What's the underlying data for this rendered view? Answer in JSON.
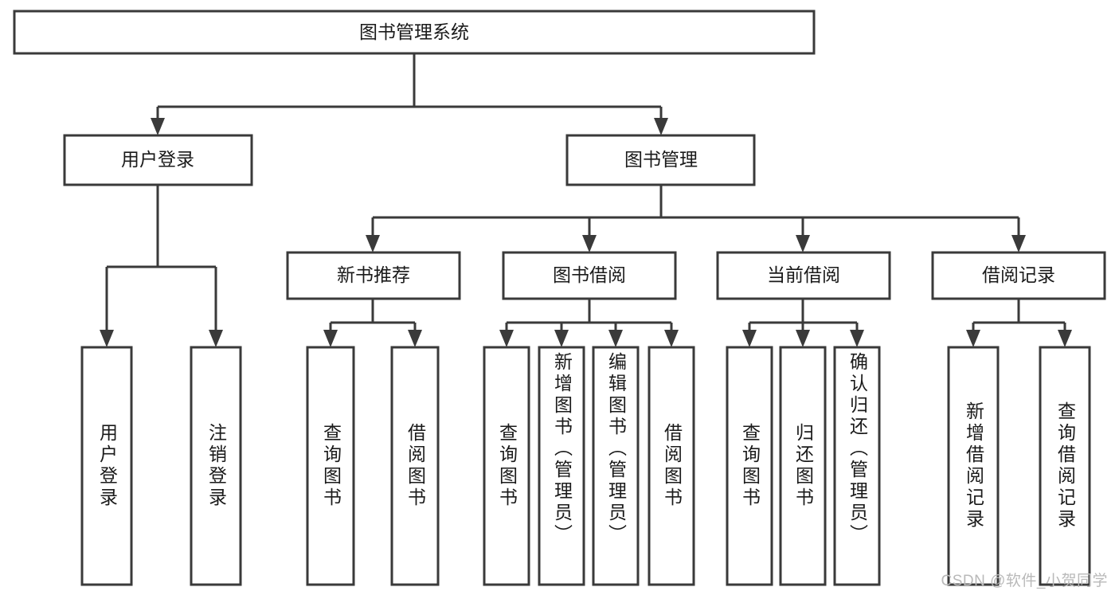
{
  "diagram": {
    "title": "图书管理系统",
    "type": "hierarchy-tree",
    "root": {
      "id": "root",
      "label": "图书管理系统",
      "orientation": "horizontal"
    },
    "level2": [
      {
        "id": "user-login",
        "label": "用户登录",
        "orientation": "horizontal"
      },
      {
        "id": "book-manage",
        "label": "图书管理",
        "orientation": "horizontal"
      }
    ],
    "level3": [
      {
        "id": "new-book-recommend",
        "label": "新书推荐",
        "orientation": "horizontal",
        "parent": "book-manage"
      },
      {
        "id": "book-borrow",
        "label": "图书借阅",
        "orientation": "horizontal",
        "parent": "book-manage"
      },
      {
        "id": "current-borrow",
        "label": "当前借阅",
        "orientation": "horizontal",
        "parent": "book-manage"
      },
      {
        "id": "borrow-record",
        "label": "借阅记录",
        "orientation": "horizontal",
        "parent": "book-manage"
      }
    ],
    "leaves": [
      {
        "id": "leaf-user-login",
        "label": "用户登录",
        "parent": "user-login",
        "orientation": "vertical"
      },
      {
        "id": "leaf-user-logout",
        "label": "注销登录",
        "parent": "user-login",
        "orientation": "vertical"
      },
      {
        "id": "leaf-query-book-1",
        "label": "查询图书",
        "parent": "new-book-recommend",
        "orientation": "vertical"
      },
      {
        "id": "leaf-borrow-book-1",
        "label": "借阅图书",
        "parent": "new-book-recommend",
        "orientation": "vertical"
      },
      {
        "id": "leaf-query-book-2",
        "label": "查询图书",
        "parent": "book-borrow",
        "orientation": "vertical"
      },
      {
        "id": "leaf-add-book",
        "label": "新增图书（管理员）",
        "parent": "book-borrow",
        "orientation": "vertical"
      },
      {
        "id": "leaf-edit-book",
        "label": "编辑图书（管理员）",
        "parent": "book-borrow",
        "orientation": "vertical"
      },
      {
        "id": "leaf-borrow-book-2",
        "label": "借阅图书",
        "parent": "book-borrow",
        "orientation": "vertical"
      },
      {
        "id": "leaf-query-book-3",
        "label": "查询图书",
        "parent": "current-borrow",
        "orientation": "vertical"
      },
      {
        "id": "leaf-return-book",
        "label": "归还图书",
        "parent": "current-borrow",
        "orientation": "vertical"
      },
      {
        "id": "leaf-confirm-return",
        "label": "确认归还（管理员）",
        "parent": "current-borrow",
        "orientation": "vertical"
      },
      {
        "id": "leaf-add-record",
        "label": "新增借阅记录",
        "parent": "borrow-record",
        "orientation": "vertical"
      },
      {
        "id": "leaf-query-record",
        "label": "查询借阅记录",
        "parent": "borrow-record",
        "orientation": "vertical"
      }
    ],
    "watermark": "CSDN @软件_小贺同学",
    "colors": {
      "stroke": "#3a3a3a",
      "box_fill": "#ffffff",
      "text": "#1a1a1a",
      "background": "#ffffff",
      "watermark": "#b9b9b9"
    }
  }
}
